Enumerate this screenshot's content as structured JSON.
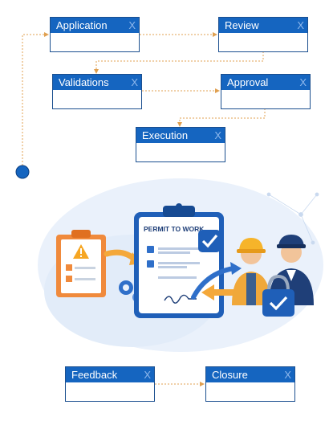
{
  "nodes": [
    {
      "id": "application",
      "label": "Application",
      "close": "X"
    },
    {
      "id": "review",
      "label": "Review",
      "close": "X"
    },
    {
      "id": "validations",
      "label": "Validations",
      "close": "X"
    },
    {
      "id": "approval",
      "label": "Approval",
      "close": "X"
    },
    {
      "id": "execution",
      "label": "Execution",
      "close": "X"
    },
    {
      "id": "feedback",
      "label": "Feedback",
      "close": "X"
    },
    {
      "id": "closure",
      "label": "Closure",
      "close": "X"
    }
  ],
  "illustration": {
    "clipboard_title": "PERMIT TO WORK"
  },
  "colors": {
    "node_header": "#1565c0",
    "node_border": "#1b4f8f",
    "connector": "#e0a050",
    "start_dot": "#1565c0"
  }
}
